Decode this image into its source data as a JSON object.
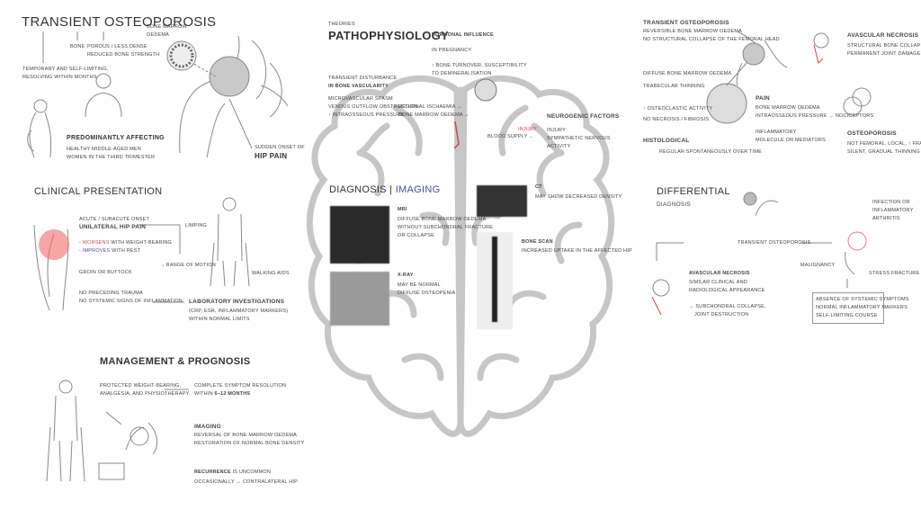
{
  "transient": {
    "title": "TRANSIENT OSTEOPOROSIS",
    "bone": "BONE",
    "porous": "POROUS / LESS DENSE",
    "reduced": "REDUCED BONE STRENGTH",
    "temporary": "TEMPORARY AND SELF-LIMITING,",
    "resolving": "RESOLVING WITHIN MONTHS",
    "marrow": "BONE MARROW",
    "oedema": "OEDEMA",
    "predominantly": "PREDOMINANTLY AFFECTING",
    "men": "HEALTHY MIDDLE-AGED MEN",
    "women": "WOMEN IN THE THIRD TRIMESTER",
    "sudden": "SUDDEN ONSET OF",
    "hip_pain": "HIP PAIN"
  },
  "patho": {
    "theories": "THEORIES",
    "title": "PATHOPHYSIOLOGY",
    "hormonal": "HORMONAL INFLUENCE",
    "pregnancy": "IN PREGNANCY",
    "turnover": "↑ BONE TURNOVER, SUSCEPTIBILITY",
    "demin": "TO DEMINERALISATION",
    "disturbance": "TRANSIENT DISTURBANCE",
    "vascularity": "IN BONE VASCULARITY",
    "spasm": "MICROVASCULAR SPASM",
    "venous": "VENOUS OUTFLOW OBSTRUCTION",
    "pressure": "↑ INTRAOSSEOUS PRESSURE",
    "ischaemia": "REGIONAL ISCHAEMIA →",
    "bmo": "BONE MARROW OEDEMA →",
    "neuro": "NEUROGENIC FACTORS",
    "injury": "INJURY",
    "sympathetic": "SYMPATHETIC NERVOUS",
    "activity": "ACTIVITY",
    "blood": "BLOOD SUPPLY ←",
    "injury_red": "INJURY"
  },
  "compare": {
    "to_title": "TRANSIENT OSTEOPOROSIS",
    "to_1": "REVERSIBLE BONE MARROW OEDEMA",
    "to_2": "NO STRUCTURAL COLLAPSE OF THE FEMORAL HEAD",
    "avn_title": "AVASCULAR NECROSIS",
    "avn_1": "STRUCTURAL BONE COLLAPSE",
    "avn_2": "PERMANENT JOINT DAMAGE",
    "diffuse": "DIFFUSE BONE MARROW OEDEMA",
    "trabecular": "TRABECULAR THINNING",
    "osteoclastic": "↑ OSTEOCLASTIC ACTIVITY",
    "no_necrosis": "NO NECROSIS / FIBROSIS",
    "histological": "HISTOLOGICAL",
    "regular": "REGULAR SPONTANEOUSLY OVER TIME",
    "pain": "PAIN",
    "pain_1": "BONE MARROW OEDEMA",
    "pain_2": "INTRAOSSEOUS PRESSURE → NOCICEPTORS",
    "inflam_1": "INFLAMMATORY",
    "inflam_2": "MOLECULE OR MEDIATORS",
    "op_title": "OSTEOPOROSIS",
    "op_1": "NOT FEMORAL, LOCAL, ↑ FRACTURES",
    "op_2": "SILENT, GRADUAL THINNING"
  },
  "clinical": {
    "title": "CLINICAL PRESENTATION",
    "onset": "ACUTE / SUBACUTE ONSET",
    "pain": "UNILATERAL HIP PAIN",
    "worsens_word": "WORSENS",
    "worsens_rest": "WITH WEIGHT-BEARING",
    "improves_word": "IMPROVES",
    "improves_rest": "WITH REST",
    "groin": "GROIN OR BUTTOCK",
    "limping": "LIMPING",
    "rom": "↓ RANGE OF MOTION",
    "aids": "WALKING AIDS",
    "no_trauma": "NO PRECEDING TRAUMA",
    "no_systemic": "NO SYSTEMIC SIGNS OF INFLAMMATION",
    "lab": "LABORATORY INVESTIGATIONS",
    "lab_1": "(CRP, ESR, INFLAMMATORY MARKERS)",
    "lab_2": "WITHIN NORMAL LIMITS"
  },
  "diagnosis": {
    "title_a": "DIAGNOSIS | ",
    "title_b": "IMAGING",
    "mri": "MRI",
    "mri_1": "DIFFUSE BONE MARROW OEDEMA",
    "mri_2": "WITHOUT SUBCHONDRAL FRACTURE",
    "mri_3": "OR COLLAPSE",
    "xray": "X-RAY",
    "xray_1": "MAY BE NORMAL",
    "xray_2": "DIFFUSE OSTEOPENIA",
    "ct": "CT",
    "ct_1": "MAY SHOW DECREASED DENSITY",
    "scan": "BONE SCAN",
    "scan_1": "INCREASED UPTAKE IN THE AFFECTED HIP"
  },
  "differential": {
    "title": "DIFFERENTIAL",
    "subtitle": "DIAGNOSIS",
    "center": "TRANSIENT OSTEOPOROSIS",
    "avn": "AVASCULAR NECROSIS",
    "avn_1": "SIMILAR CLINICAL AND",
    "avn_2": "RADIOLOGICAL APPEARANCE",
    "avn_3": "→ SUBCHONDRAL COLLAPSE,",
    "avn_4": "JOINT DESTRUCTION",
    "inf_1": "INFECTION OR",
    "inf_2": "INFLAMMATORY",
    "inf_3": "ARTHRITIS",
    "malignancy": "MALIGNANCY",
    "stress": "STRESS FRACTURE",
    "box_1": "ABSENCE OF SYSTEMIC SYMPTOMS",
    "box_2": "NORMAL INFLAMMATORY MARKERS",
    "box_3": "SELF-LIMITING COURSE"
  },
  "management": {
    "title": "MANAGEMENT & PROGNOSIS",
    "tx_1": "PROTECTED WEIGHT-BEARING,",
    "tx_2": "ANALGESIA, AND PHYSIOTHERAPY",
    "res_1": "COMPLETE SYMPTOM RESOLUTION",
    "res_2a": "WITHIN ",
    "res_2b": "6–12 MONTHS",
    "imaging": "IMAGING",
    "img_1": "REVERSAL OF BONE MARROW OEDEMA",
    "img_2": "RESTORATION OF NORMAL BONE DENSITY",
    "recur": "RECURRENCE",
    "recur_rest": " IS UNCOMMON",
    "recur_2": "OCCASIONALLY → CONTRALATERAL HIP"
  },
  "colors": {
    "brain": "#c4c4c4",
    "red": "#d04545",
    "blue": "#4a4f9a",
    "pain_area": "#f26b6b"
  }
}
